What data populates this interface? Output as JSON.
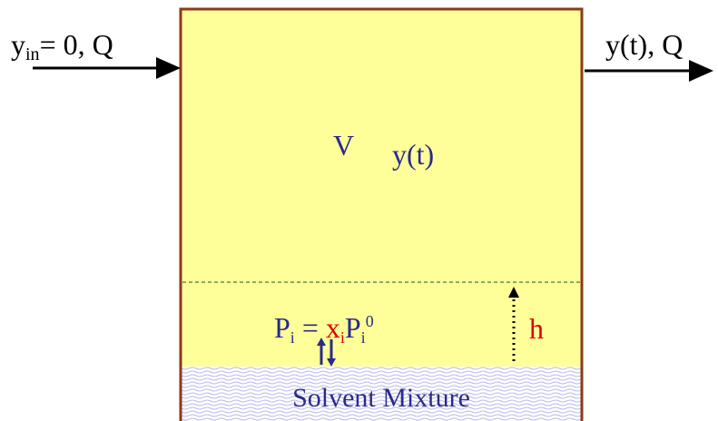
{
  "inlet": {
    "y_symbol": "y",
    "y_subscript": "in",
    "rest": "= 0, Q"
  },
  "outlet": {
    "label": "y(t), Q"
  },
  "headspace": {
    "volume_symbol": "V",
    "concentration": "y(t)"
  },
  "equilibrium": {
    "P": "P",
    "P_sub": "i",
    "equals": " = ",
    "x": "x",
    "x_sub": "i",
    "P2": "P",
    "P2_sub": "i",
    "P2_sup": "0"
  },
  "height": {
    "label": "h"
  },
  "liquid": {
    "label": "Solvent Mixture"
  },
  "colors": {
    "headspace_fill": "#ffff99",
    "wall": "#8b3a1a",
    "text_blue": "#2a2a8c",
    "accent_red": "#e00000",
    "liquid_wave": "#b8b8ee",
    "arrow": "#000000"
  }
}
